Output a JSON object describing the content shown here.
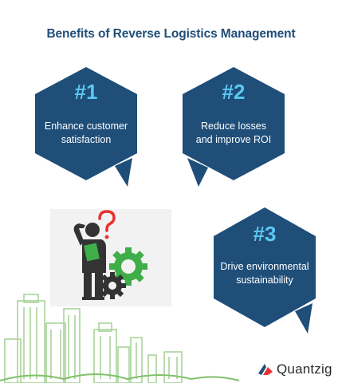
{
  "title": "Benefits of Reverse Logistics Management",
  "benefits": [
    {
      "number": "#1",
      "line1": "Enhance customer",
      "line2": "satisfaction"
    },
    {
      "number": "#2",
      "line1": "Reduce losses",
      "line2": "and improve ROI"
    },
    {
      "number": "#3",
      "line1": "Drive environmental",
      "line2": "sustainability"
    }
  ],
  "brand": {
    "name": "Quantzig"
  },
  "colors": {
    "hexagon": "#1f4e79",
    "number": "#5bc8f0",
    "title": "#1f4e79",
    "gear": "#3fae49",
    "question_mark": "#e8312f",
    "city": "#a8d49a"
  },
  "icons": [
    "confused-person-icon",
    "gears-icon",
    "question-mark-icon",
    "city-skyline",
    "quantzig-logo-icon"
  ]
}
